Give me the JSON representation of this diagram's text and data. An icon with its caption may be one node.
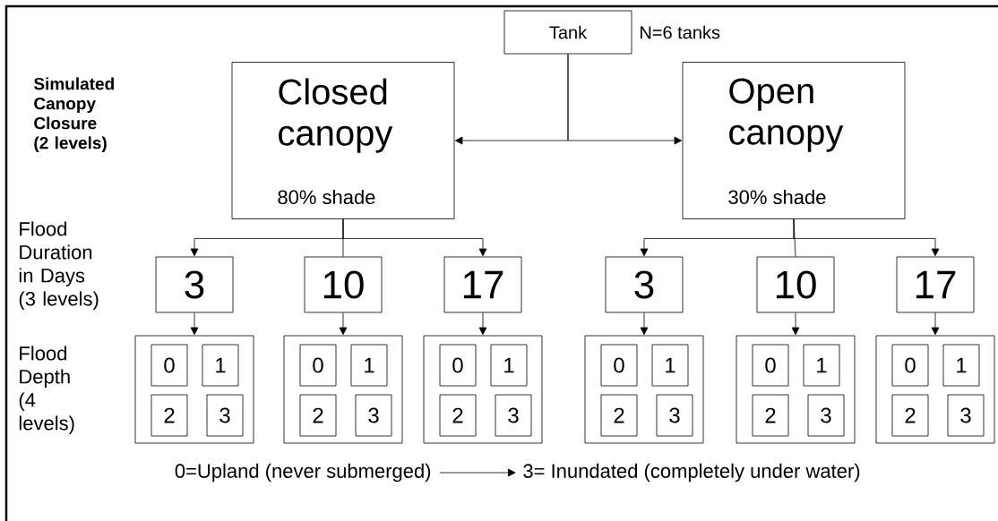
{
  "diagram": {
    "nodes": [
      {
        "text": [
          "Tank"
        ],
        "beside": [
          "N=6 tanks"
        ]
      },
      {
        "text": [
          "Closed canopy",
          "80% shade"
        ]
      },
      {
        "text": [
          "Open canopy",
          "30% shade"
        ]
      },
      {
        "text": [
          "3"
        ]
      },
      {
        "text": [
          "10"
        ]
      },
      {
        "text": [
          "17"
        ]
      },
      {
        "text": [
          "3"
        ]
      },
      {
        "text": [
          "10"
        ]
      },
      {
        "text": [
          "17"
        ]
      },
      {
        "text": [],
        "shape": "box"
      },
      {
        "text": [
          "0"
        ],
        "in": 9
      },
      {
        "text": [
          "1"
        ],
        "in": 9
      },
      {
        "text": [
          "2"
        ],
        "in": 9
      },
      {
        "text": [
          "3"
        ],
        "in": 9
      },
      {
        "text": [],
        "shape": "box"
      },
      {
        "text": [
          "0"
        ],
        "in": 14
      },
      {
        "text": [
          "1"
        ],
        "in": 14
      },
      {
        "text": [
          "2"
        ],
        "in": 14
      },
      {
        "text": [
          "3"
        ],
        "in": 14
      },
      {
        "text": [],
        "shape": "box"
      },
      {
        "text": [
          "0"
        ],
        "in": 19
      },
      {
        "text": [
          "1"
        ],
        "in": 19
      },
      {
        "text": [
          "2"
        ],
        "in": 19
      },
      {
        "text": [
          "3"
        ],
        "in": 19
      },
      {
        "text": [],
        "shape": "box"
      },
      {
        "text": [
          "0"
        ],
        "in": 24
      },
      {
        "text": [
          "1"
        ],
        "in": 24
      },
      {
        "text": [
          "2"
        ],
        "in": 24
      },
      {
        "text": [
          "3"
        ],
        "in": 24
      },
      {
        "text": [],
        "shape": "box"
      },
      {
        "text": [
          "0"
        ],
        "in": 29
      },
      {
        "text": [
          "1"
        ],
        "in": 29
      },
      {
        "text": [
          "2"
        ],
        "in": 29
      },
      {
        "text": [
          "3"
        ],
        "in": 29
      },
      {
        "text": [],
        "shape": "box"
      },
      {
        "text": [
          "0"
        ],
        "in": 34
      },
      {
        "text": [
          "1"
        ],
        "in": 34
      },
      {
        "text": [
          "2"
        ],
        "in": 34
      },
      {
        "text": [
          "3"
        ],
        "in": 34
      },
      {
        "text": [
          "0=Upland (never submerged)"
        ]
      },
      {
        "text": [
          "3= Inundated (completely under water)"
        ]
      }
    ],
    "edges": [
      {
        "from": 0,
        "to": 1,
        "arrow": "to"
      },
      {
        "from": 0,
        "to": 2,
        "arrow": "to"
      },
      {
        "from": 1,
        "to": 3,
        "arrow": "to"
      },
      {
        "from": 1,
        "to": 4,
        "arrow": "none"
      },
      {
        "from": 1,
        "to": 5,
        "arrow": "to"
      },
      {
        "from": 2,
        "to": 6,
        "arrow": "to"
      },
      {
        "from": 2,
        "to": 7,
        "arrow": "none"
      },
      {
        "from": 2,
        "to": 8,
        "arrow": "to"
      },
      {
        "from": 3,
        "to": 9,
        "arrow": "to"
      },
      {
        "from": 4,
        "to": 14,
        "arrow": "to"
      },
      {
        "from": 5,
        "to": 19,
        "arrow": "to"
      },
      {
        "from": 6,
        "to": 24,
        "arrow": "to"
      },
      {
        "from": 7,
        "to": 29,
        "arrow": "to"
      },
      {
        "from": 8,
        "to": 34,
        "arrow": "to"
      },
      {
        "from": 39,
        "to": 40,
        "arrow": "to"
      }
    ],
    "labels": [
      "Simulated Canopy Closure (2 levels)",
      "Flood Duration in Days (3 levels)",
      "Flood Depth (4 levels)"
    ]
  }
}
